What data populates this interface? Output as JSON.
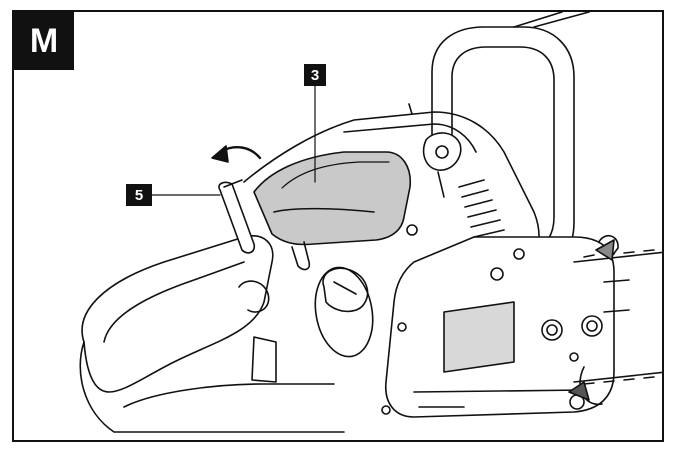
{
  "figure": {
    "panel_label": "M",
    "callouts": [
      {
        "id": "3",
        "label": "3"
      },
      {
        "id": "5",
        "label": "5"
      }
    ]
  },
  "colors": {
    "ink": "#111111",
    "cover_fill": "#c9c9c9",
    "background": "#ffffff"
  }
}
